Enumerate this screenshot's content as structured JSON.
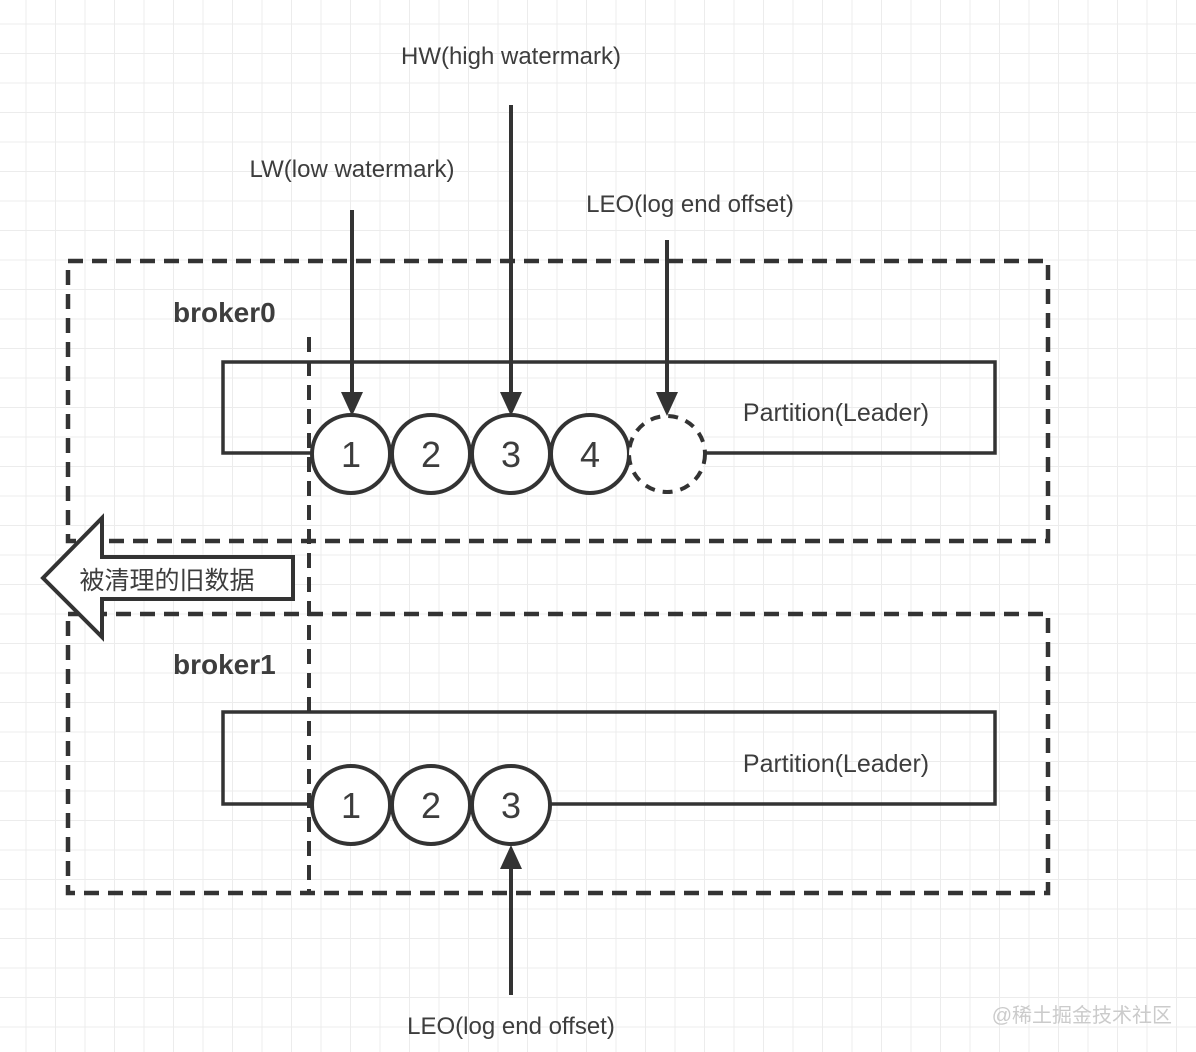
{
  "labels": {
    "hw": "HW(high watermark)",
    "lw": "LW(low watermark)",
    "leo_top": "LEO(log end offset)",
    "leo_bottom": "LEO(log end offset)",
    "cleaned_data": "被清理的旧数据",
    "watermark": "@稀土掘金技术社区"
  },
  "brokers": [
    {
      "name": "broker0",
      "partition_label": "Partition(Leader)",
      "segments": [
        "1",
        "2",
        "3",
        "4"
      ],
      "highlighted_segment": "4",
      "has_next_empty_segment": true
    },
    {
      "name": "broker1",
      "partition_label": "Partition(Leader)",
      "segments": [
        "1",
        "2",
        "3"
      ]
    }
  ],
  "colors": {
    "line": "#333333",
    "text": "#3d3d3d",
    "highlight_green": "#c9e7c4",
    "watermark": "#cbcbcb",
    "grid": "#ececec"
  }
}
